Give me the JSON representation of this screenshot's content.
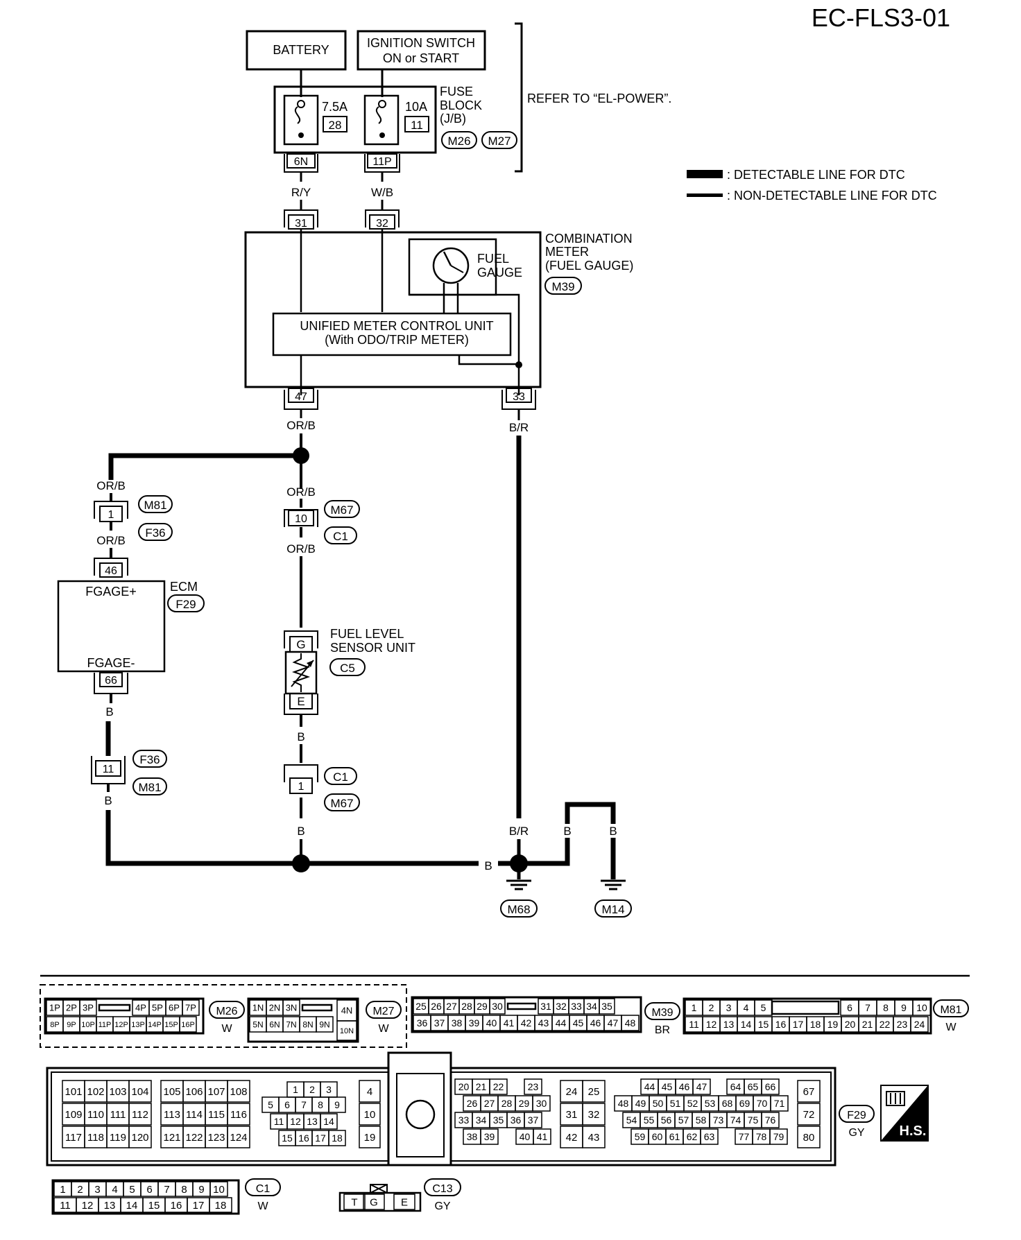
{
  "page_code": "EC-FLS3-01",
  "power": {
    "battery": "BATTERY",
    "ignition_switch": [
      "IGNITION SWITCH",
      "ON or START"
    ],
    "fuse_block": [
      "FUSE",
      "BLOCK",
      "(J/B)"
    ],
    "fuse1": {
      "amp": "7.5A",
      "num": "28",
      "terminal": "6N",
      "wire": "R/Y"
    },
    "fuse2": {
      "amp": "10A",
      "num": "11",
      "terminal": "11P",
      "wire": "W/B"
    },
    "fuse_connectors": [
      "M26",
      "M27"
    ],
    "refer_note": "REFER TO “EL-POWER”."
  },
  "legend": {
    "detectable": ": DETECTABLE LINE FOR DTC",
    "non_detectable": ": NON-DETECTABLE LINE FOR DTC"
  },
  "combination_meter": {
    "label": [
      "COMBINATION",
      "METER",
      "(FUEL GAUGE)"
    ],
    "connector": "M39",
    "gauge_label": [
      "FUEL",
      "GAUGE"
    ],
    "control_unit": [
      "UNIFIED METER CONTROL UNIT",
      "(With ODO/TRIP METER)"
    ],
    "pin_in1": "31",
    "pin_in2": "32",
    "pin_out": "47",
    "pin_ground": "33",
    "wire_out": "OR/B",
    "wire_ground": "B/R"
  },
  "harness": {
    "left_conn_pin": "1",
    "left_conn_tags": [
      "M81",
      "F36"
    ],
    "mid_conn_pin": "10",
    "mid_conn_tags": [
      "M67",
      "C1"
    ],
    "wire_orb": "OR/B",
    "low_left_pin": "11",
    "low_left_tags": [
      "F36",
      "M81"
    ],
    "low_mid_pin": "1",
    "low_mid_tags": [
      "C1",
      "M67"
    ],
    "wire_b": "B",
    "wire_br": "B/R"
  },
  "ecm": {
    "label": "ECM",
    "connector": "F29",
    "pin_plus": "46",
    "pin_minus": "66",
    "term_plus": "FGAGE+",
    "term_minus": "FGAGE-"
  },
  "sensor": {
    "label": [
      "FUEL LEVEL",
      "SENSOR UNIT"
    ],
    "connector": "C5",
    "pin_g": "G",
    "pin_e": "E"
  },
  "grounds": [
    "M68",
    "M14"
  ],
  "connectors": {
    "m26": {
      "tag": "M26",
      "color": "W",
      "row1": [
        "1P",
        "2P",
        "3P",
        "",
        "4P",
        "5P",
        "6P",
        "7P"
      ],
      "row2": [
        "8P",
        "9P",
        "10P",
        "11P",
        "12P",
        "13P",
        "14P",
        "15P",
        "16P"
      ]
    },
    "m27": {
      "tag": "M27",
      "color": "W",
      "row1": [
        "1N",
        "2N",
        "3N",
        "",
        "4N"
      ],
      "row2": [
        "5N",
        "6N",
        "7N",
        "8N",
        "9N",
        "10N"
      ]
    },
    "m39": {
      "tag": "M39",
      "color": "BR",
      "row1": [
        "25",
        "26",
        "27",
        "28",
        "29",
        "30",
        "",
        "31",
        "32",
        "33",
        "34",
        "35"
      ],
      "row2": [
        "36",
        "37",
        "38",
        "39",
        "40",
        "41",
        "42",
        "43",
        "44",
        "45",
        "46",
        "47",
        "48"
      ]
    },
    "m81": {
      "tag": "M81",
      "color": "W",
      "row1": [
        "1",
        "2",
        "3",
        "4",
        "5",
        "",
        "6",
        "7",
        "8",
        "9",
        "10"
      ],
      "row2": [
        "11",
        "12",
        "13",
        "14",
        "15",
        "16",
        "17",
        "18",
        "19",
        "20",
        "21",
        "22",
        "23",
        "24"
      ]
    },
    "f29": {
      "tag": "F29",
      "color": "GY",
      "g1": [
        [
          "101",
          "102",
          "103",
          "104"
        ],
        [
          "109",
          "110",
          "111",
          "112"
        ],
        [
          "117",
          "118",
          "119",
          "120"
        ]
      ],
      "g2": [
        [
          "105",
          "106",
          "107",
          "108"
        ],
        [
          "113",
          "114",
          "115",
          "116"
        ],
        [
          "121",
          "122",
          "123",
          "124"
        ]
      ],
      "g3": [
        [
          "1",
          "2",
          "3"
        ],
        [
          "5",
          "6",
          "7",
          "8",
          "9"
        ],
        [
          "11",
          "12",
          "13",
          "14"
        ],
        [
          "15",
          "16",
          "17",
          "18"
        ]
      ],
      "g4": [
        "4",
        "10",
        "19"
      ],
      "g5": [
        [
          "20",
          "21",
          "22",
          "23"
        ],
        [
          "26",
          "27",
          "28",
          "29",
          "30"
        ],
        [
          "33",
          "34",
          "35",
          "36",
          "37"
        ],
        [
          "38",
          "39",
          "40",
          "41"
        ]
      ],
      "g6": [
        [
          "24",
          "25"
        ],
        [
          "31",
          "32"
        ],
        [
          "42",
          "43"
        ]
      ],
      "g7": [
        [
          "44",
          "45",
          "46",
          "47",
          "64",
          "65",
          "66"
        ],
        [
          "48",
          "49",
          "50",
          "51",
          "52",
          "53",
          "68",
          "69",
          "70",
          "71"
        ],
        [
          "54",
          "55",
          "56",
          "57",
          "58",
          "73",
          "74",
          "75",
          "76"
        ],
        [
          "59",
          "60",
          "61",
          "62",
          "63",
          "77",
          "78",
          "79"
        ]
      ],
      "g8": [
        "67",
        "72",
        "80"
      ]
    },
    "c1": {
      "tag": "C1",
      "color": "W",
      "row1": [
        "1",
        "2",
        "3",
        "4",
        "5",
        "6",
        "7",
        "8",
        "9",
        "10"
      ],
      "row2": [
        "11",
        "12",
        "13",
        "14",
        "15",
        "16",
        "17",
        "18"
      ]
    },
    "c13": {
      "tag": "C13",
      "color": "GY",
      "pins": [
        "T",
        "G",
        "E"
      ]
    },
    "hs": "H.S."
  }
}
